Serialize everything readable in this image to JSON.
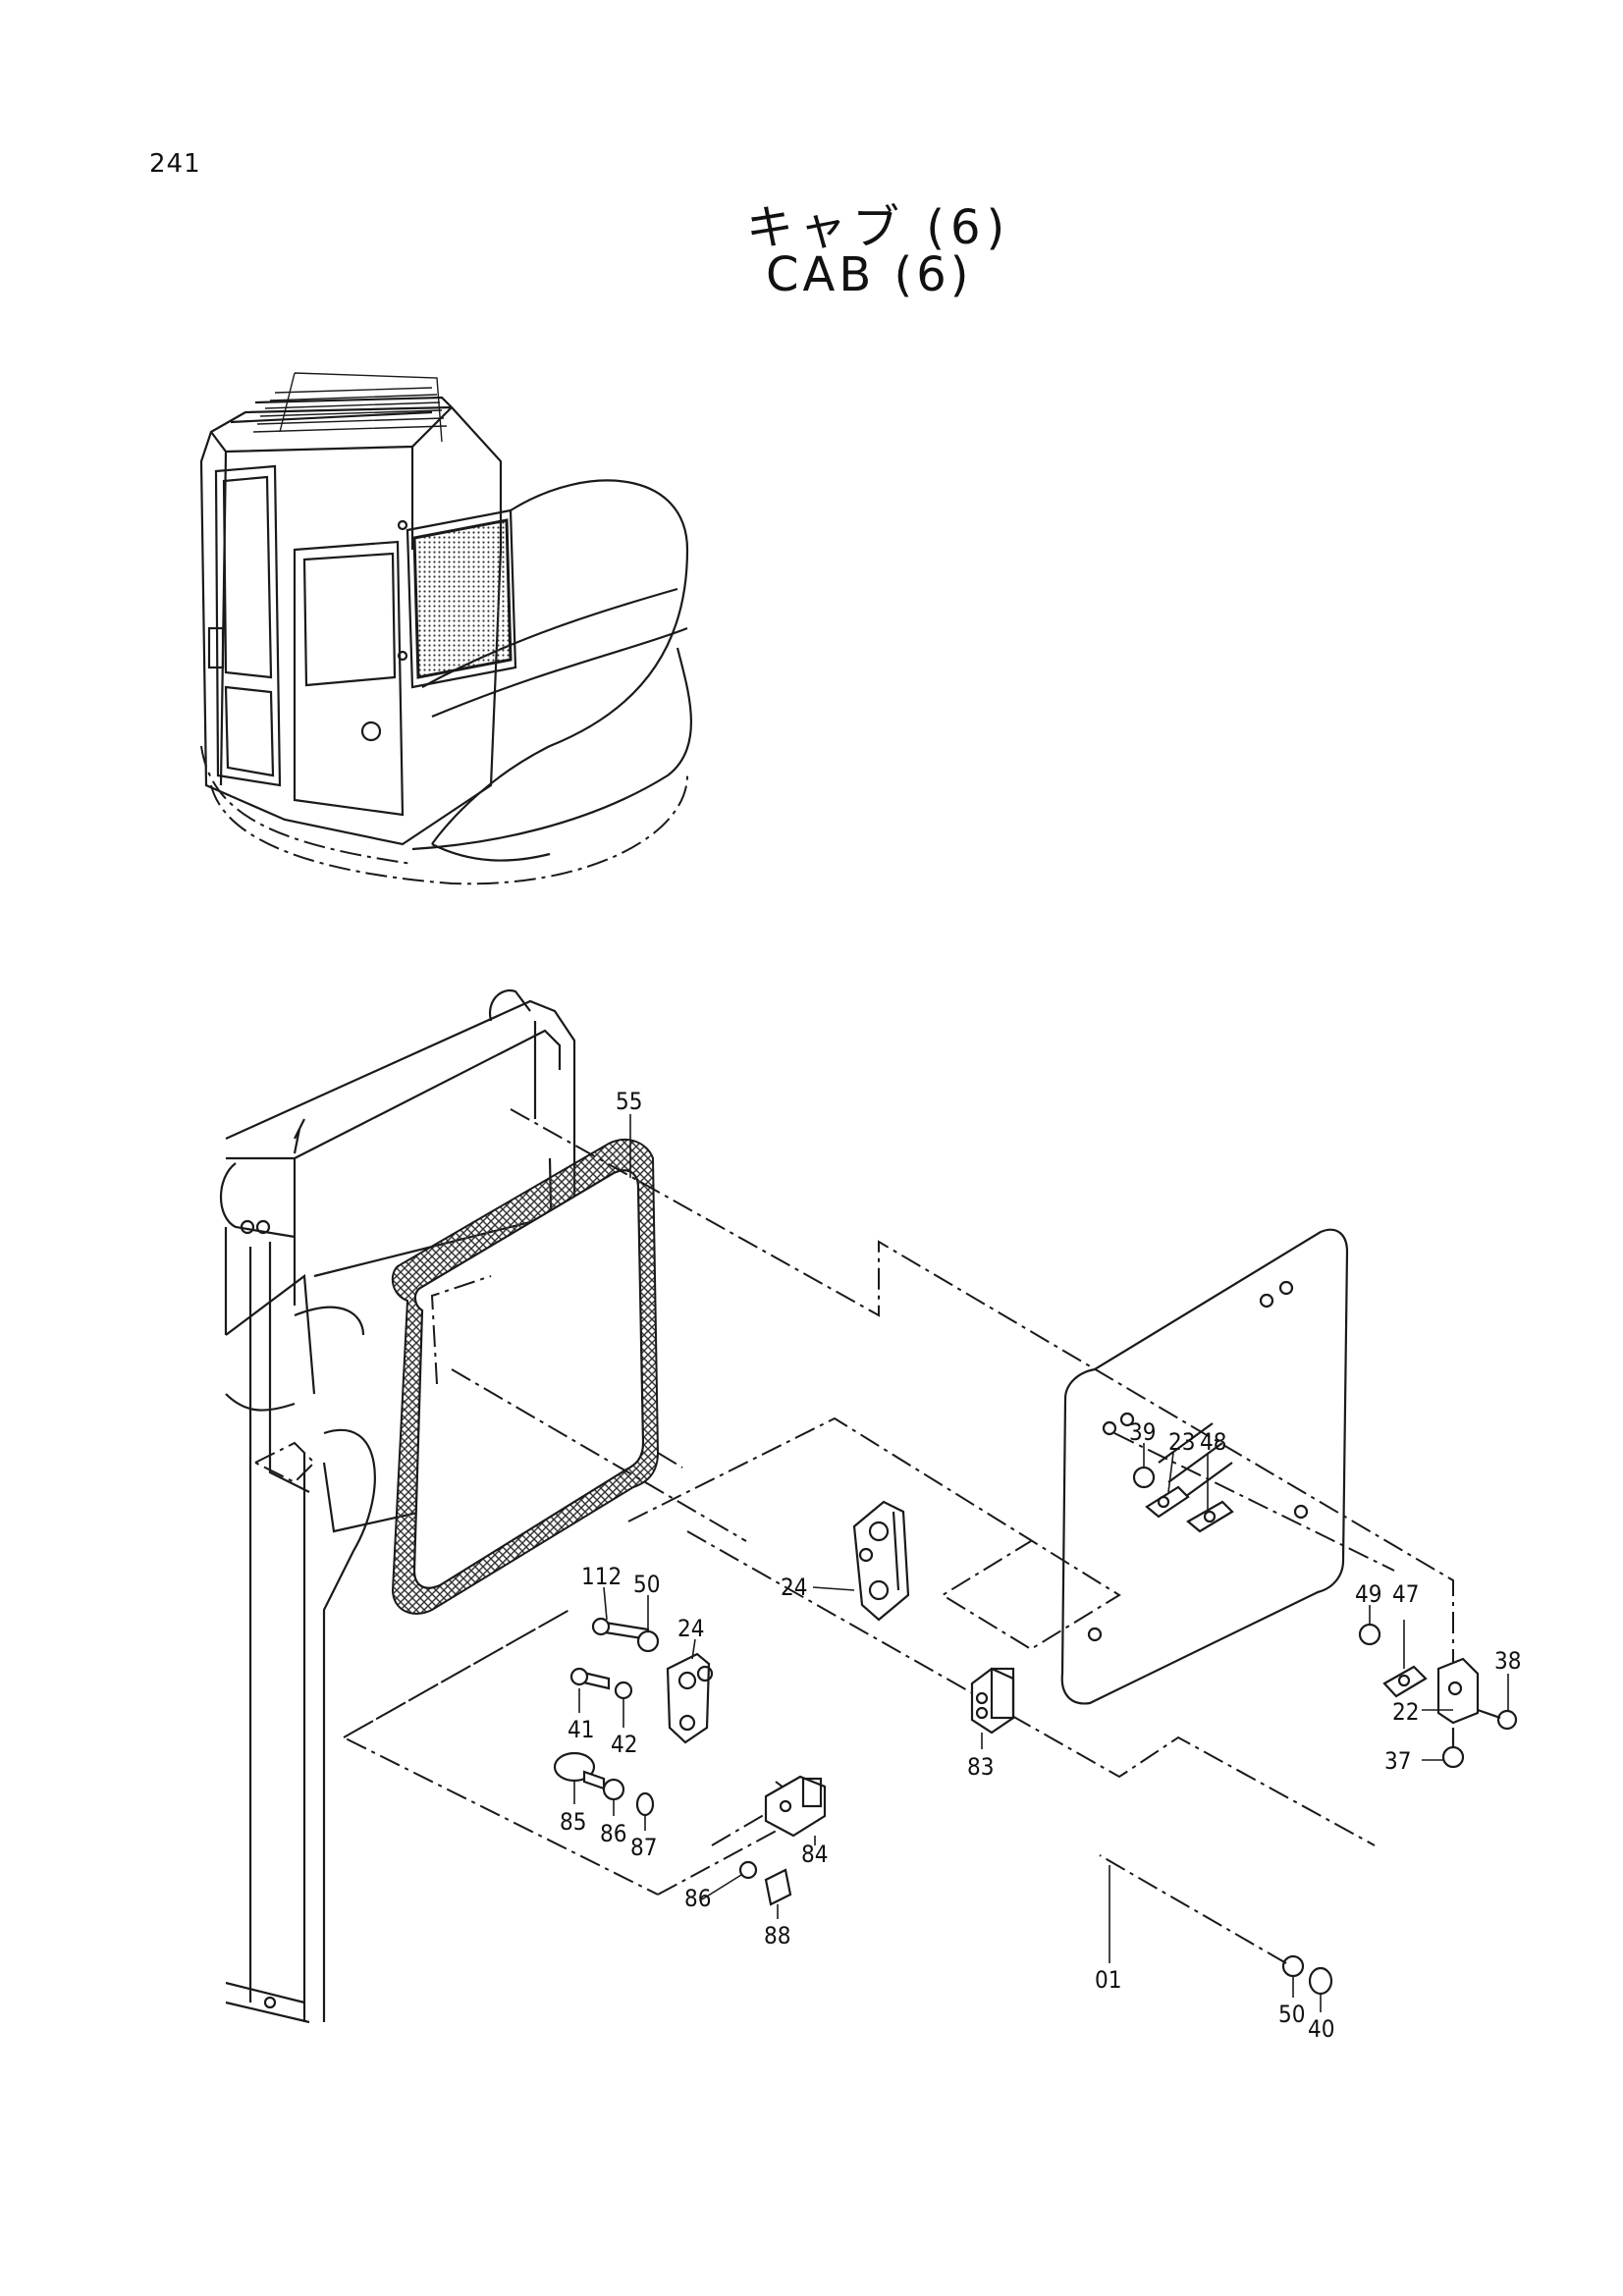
{
  "page_number": "241",
  "title_jp": "キャブ (6)",
  "title_en": "CAB (6)",
  "callouts": [
    {
      "id": "55",
      "label": "55"
    },
    {
      "id": "39",
      "label": "39"
    },
    {
      "id": "23",
      "label": "23"
    },
    {
      "id": "48",
      "label": "48"
    },
    {
      "id": "24a",
      "label": "24"
    },
    {
      "id": "112",
      "label": "112"
    },
    {
      "id": "50a",
      "label": "50"
    },
    {
      "id": "24b",
      "label": "24"
    },
    {
      "id": "49",
      "label": "49"
    },
    {
      "id": "47",
      "label": "47"
    },
    {
      "id": "38",
      "label": "38"
    },
    {
      "id": "22",
      "label": "22"
    },
    {
      "id": "41",
      "label": "41"
    },
    {
      "id": "42",
      "label": "42"
    },
    {
      "id": "83",
      "label": "83"
    },
    {
      "id": "37",
      "label": "37"
    },
    {
      "id": "85",
      "label": "85"
    },
    {
      "id": "86a",
      "label": "86"
    },
    {
      "id": "87",
      "label": "87"
    },
    {
      "id": "84",
      "label": "84"
    },
    {
      "id": "86b",
      "label": "86"
    },
    {
      "id": "88",
      "label": "88"
    },
    {
      "id": "01",
      "label": "01"
    },
    {
      "id": "50b",
      "label": "50"
    },
    {
      "id": "40",
      "label": "40"
    }
  ]
}
